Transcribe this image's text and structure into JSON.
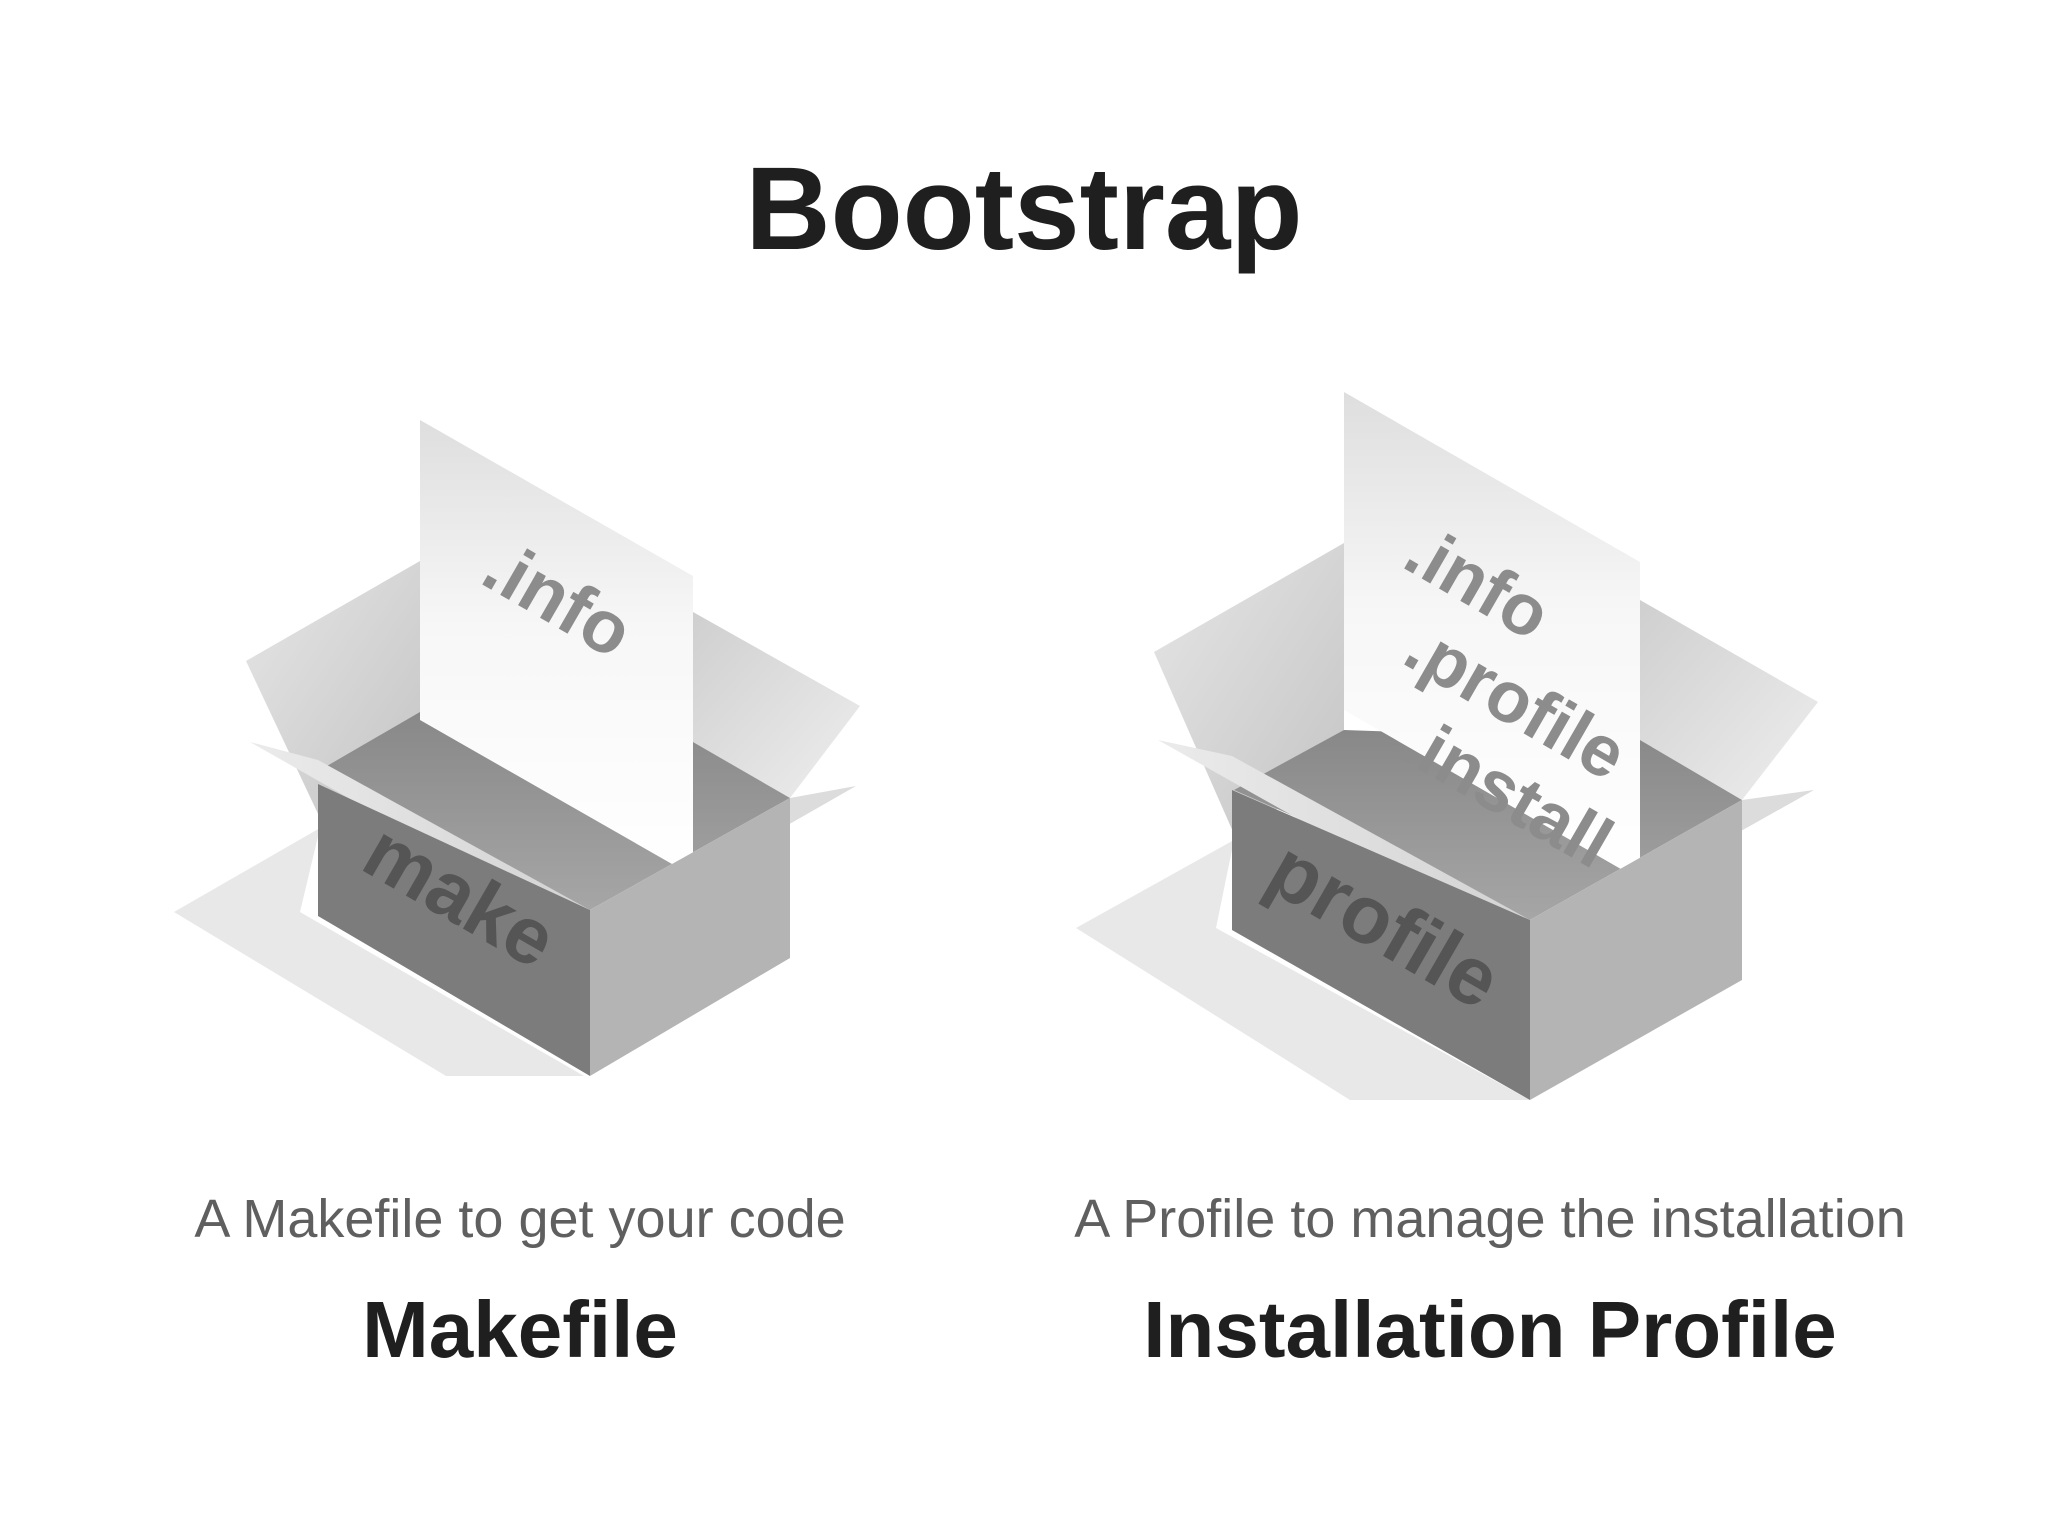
{
  "title": "Bootstrap",
  "left": {
    "box_label": "make",
    "sheet_lines": [
      ".info"
    ],
    "caption": "A Makefile to get your code",
    "label": "Makefile"
  },
  "right": {
    "box_label": "profile",
    "sheet_lines": [
      ".info",
      ".profile",
      ".install"
    ],
    "caption": "A Profile to manage the installation",
    "label": "Installation Profile"
  },
  "colors": {
    "heading": "#1f1f1f",
    "caption": "#5f5f5f",
    "box_text": "#555555",
    "sheet_text": "#8c8c8c"
  }
}
